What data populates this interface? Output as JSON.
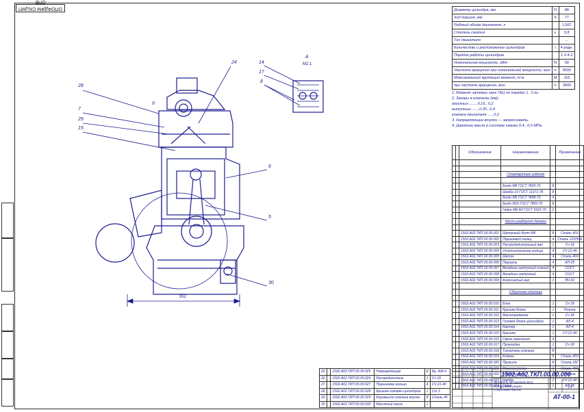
{
  "stamp": "ОПОФДФМ СКЦМП ОПЕ",
  "specs": [
    {
      "label": "Диаметр цилиндра, мм",
      "sym": "D",
      "val": "88"
    },
    {
      "label": "Ход поршня, мм",
      "sym": "S",
      "val": "77"
    },
    {
      "label": "Рабочий объём двигателя, л",
      "sym": "",
      "val": "1,567"
    },
    {
      "label": "Степень сжатия",
      "sym": "ε",
      "val": "9,8"
    },
    {
      "label": "Тип двигателя",
      "sym": "",
      "val": "..."
    },
    {
      "label": "Количество и расположение цилиндров",
      "sym": "i",
      "val": "4 рядн."
    },
    {
      "label": "Порядок работы цилиндров",
      "sym": "",
      "val": "1-3-4-2"
    },
    {
      "label": "Номинальная мощность, кВт",
      "sym": "N",
      "val": "58"
    },
    {
      "label": "Частота вращения при номинальной мощности, мин",
      "sym": "n",
      "val": "5600"
    },
    {
      "label": "Максимальный крутящий момент, Н·м",
      "sym": "M",
      "val": "116"
    },
    {
      "label": "при частоте вращения, мин",
      "sym": "n",
      "val": "3400"
    }
  ],
  "notes": [
    "1. Момент затяжки гаек ГБЦ по порядку 1...5 кг.",
    "2. Зазоры в клапанах (мм):",
    "   впускных ........0,15...0,2",
    "   выпускных .......0,35...0,4",
    "   клапана двигателя ......0,2",
    "3. Направляющие втулки — запрессовать.",
    "4. Давление масла в системе смазки 0,4...0,5 МПа."
  ],
  "parts_header": {
    "c2": "Обозначение",
    "c3": "Наименование",
    "c5": "Примечание"
  },
  "parts_rows": [
    {
      "type": "blank"
    },
    {
      "type": "blank"
    },
    {
      "type": "sec",
      "text": "Стандартные изделия"
    },
    {
      "type": "blank"
    },
    {
      "type": "row",
      "c2": "",
      "c3": "Болт М8 ГОСТ 7805-70",
      "c4": "8",
      "c5": ""
    },
    {
      "type": "row",
      "c2": "",
      "c3": "Шайба 10 ГОСТ 11371-78",
      "c4": "8",
      "c5": ""
    },
    {
      "type": "row",
      "c2": "",
      "c3": "Болт М6 ГОСТ 7808-70",
      "c4": "4",
      "c5": ""
    },
    {
      "type": "row",
      "c2": "",
      "c3": "Болт М10 ГОСТ 7805-70",
      "c4": "8",
      "c5": ""
    },
    {
      "type": "row",
      "c2": "",
      "c3": "Гайка М8-6Н ГОСТ 5915-70",
      "c4": "2",
      "c5": ""
    },
    {
      "type": "blank"
    },
    {
      "type": "sec",
      "text": "Части разборной детали"
    },
    {
      "type": "blank"
    },
    {
      "type": "row",
      "c2": "1502.А02.ТКП.00.00.001",
      "c3": "Шатунный болт М8",
      "c4": "8",
      "c5": "Сталь 40Х"
    },
    {
      "type": "row",
      "c2": "1502.А02.ТКП.00.00.002",
      "c3": "Поршневой палец",
      "c4": "4",
      "c5": "Сталь 12ХН3А"
    },
    {
      "type": "row",
      "c2": "1502.А02.ТКП.00.00.003",
      "c3": "Распределительный вал",
      "c4": "1",
      "c5": "Сч 18"
    },
    {
      "type": "row",
      "c2": "1502.А02.ТКП.00.00.004",
      "c3": "Уплотнительное кольцо",
      "c4": "4",
      "c5": "СЧ 21-40"
    },
    {
      "type": "row",
      "c2": "1502.А02.ТКП.00.00.005",
      "c3": "Шатун",
      "c4": "4",
      "c5": "Сталь 40Х"
    },
    {
      "type": "row",
      "c2": "1502.А02.ТКП.00.00.006",
      "c3": "Поршень",
      "c4": "4",
      "c5": "АЛ-25"
    },
    {
      "type": "row",
      "c2": "1502.А02.ТКП.00.00.007",
      "c3": "Вкладыш шатунный нижний",
      "c4": "4",
      "c5": "СОСТ"
    },
    {
      "type": "row",
      "c2": "1502.А02.ТКП.00.00.008",
      "c3": "Вкладыш шатунный",
      "c4": "4",
      "c5": "СОСТ"
    },
    {
      "type": "row",
      "c2": "1502.А02.ТКП.00.00.009",
      "c3": "Коленчатый вал",
      "c4": "1",
      "c5": "ВЧ 60"
    },
    {
      "type": "blank"
    },
    {
      "type": "sec",
      "text": "Сборочные единицы"
    },
    {
      "type": "blank"
    },
    {
      "type": "row",
      "c2": "1502.А02.ТКП.00.00.010",
      "c3": "Блок",
      "c4": "1",
      "c5": "Сч 18"
    },
    {
      "type": "row",
      "c2": "1502.А02.ТКП.00.00.011",
      "c3": "Крышка блока",
      "c4": "1",
      "c5": "Резина"
    },
    {
      "type": "row",
      "c2": "1502.А02.ТКП.00.00.012",
      "c3": "Маслоприёмник",
      "c4": "1",
      "c5": "Сч 18"
    },
    {
      "type": "row",
      "c2": "1502.А02.ТКП.00.00.013",
      "c3": "Головка блока цилиндров",
      "c4": "1",
      "c5": "АЛ-4"
    },
    {
      "type": "row",
      "c2": "1502.А02.ТКП.00.00.014",
      "c3": "Картер",
      "c4": "1",
      "c5": "АЛ-4"
    },
    {
      "type": "row",
      "c2": "1502.А02.ТКП.00.00.015",
      "c3": "Крышка",
      "c4": "1",
      "c5": "СЧ 21-40"
    },
    {
      "type": "row",
      "c2": "1502.А02.ТКП.00.00.016",
      "c3": "Свеча зажигания",
      "c4": "4",
      "c5": ""
    },
    {
      "type": "row",
      "c2": "1502.А02.ТКП.00.00.017",
      "c3": "Прокладка",
      "c4": "1",
      "c5": "Сч 18"
    },
    {
      "type": "row",
      "c2": "1502.А02.ТКП.00.00.018",
      "c3": "Толкатель клапана",
      "c4": "8",
      "c5": ""
    },
    {
      "type": "row",
      "c2": "1502.А02.ТКП.00.00.019",
      "c3": "Клапан",
      "c4": "8",
      "c5": "Сталь 40Х"
    },
    {
      "type": "row",
      "c2": "1502.А02.ТКП.00.00.020",
      "c3": "Пружина",
      "c4": "8",
      "c5": "Сталь 65Г"
    },
    {
      "type": "row",
      "c2": "1502.А02.ТКП.00.00.021",
      "c3": "Маслосъёмное",
      "c4": "1",
      "c5": "Сталь 40Х"
    },
    {
      "type": "row",
      "c2": "1502.А02.ТКП.00.00.022",
      "c3": "Уплотнитель",
      "c4": "1",
      "c5": "Резина"
    },
    {
      "type": "row",
      "c2": "1502.А02.ТКП.00.00.023",
      "c3": "Шайба",
      "c4": "1",
      "c5": "СЧ 21-40"
    },
    {
      "type": "row",
      "c2": "1502.А02.ТКП.00.00.024",
      "c3": "Гайка",
      "c4": "1",
      "c5": "АЛ-25"
    }
  ],
  "parts2_rows": [
    {
      "c0": "25",
      "c2": "1502.А02.ТКП.00.00.025",
      "c3": "Направляющая",
      "c4": "8",
      "c5": "Бр. АЖ-4"
    },
    {
      "c0": "26",
      "c2": "1502.А02.ТКП.00.00.026",
      "c3": "Распределитель",
      "c4": "1",
      "c5": "Сч 18"
    },
    {
      "c0": "27",
      "c2": "1502.А02.ТКП.00.00.027",
      "c3": "Поршневое кольцо",
      "c4": "4",
      "c5": "СЧ 21-40"
    },
    {
      "c0": "28",
      "c2": "1502.А02.ТКП.00.00.028",
      "c3": "Крышка головки цилиндров",
      "c4": "1",
      "c5": "Ст 3"
    },
    {
      "c0": "29",
      "c2": "1502.А02.ТКП.00.00.029",
      "c3": "Коромысло клапана впуска",
      "c4": "8",
      "c5": "Сталь 45"
    },
    {
      "c0": "30",
      "c2": "1502.А02.ТКП.00.00.030",
      "c3": "Масляный насос",
      "c4": "1",
      "c5": ""
    }
  ],
  "title_block": {
    "code": "1502.А02.ТКП.00.00.000",
    "name_lines": [
      "Двигатель автомобиля ВАЗ",
      "Поперечный разрез",
      "Сборочный чертёж"
    ],
    "scale": "1:2",
    "sheet": "АТ-00-1"
  },
  "callouts": [
    {
      "id": "28",
      "text": "28"
    },
    {
      "id": "7",
      "text": "7"
    },
    {
      "id": "29",
      "text": "29"
    },
    {
      "id": "15",
      "text": "15"
    },
    {
      "id": "24",
      "text": "24"
    },
    {
      "id": "6",
      "text": "6"
    },
    {
      "id": "5",
      "text": "5"
    },
    {
      "id": "30",
      "text": "30"
    },
    {
      "id": "14",
      "text": "14"
    },
    {
      "id": "17",
      "text": "17"
    },
    {
      "id": "8",
      "text": "8"
    },
    {
      "id": "II",
      "text": "II"
    },
    {
      "id": "A",
      "text": "А"
    }
  ],
  "dimension": "552",
  "view_label": "М2:1",
  "colors": {
    "ink": "#1b1b8f",
    "frame": "#2a2a2a"
  }
}
